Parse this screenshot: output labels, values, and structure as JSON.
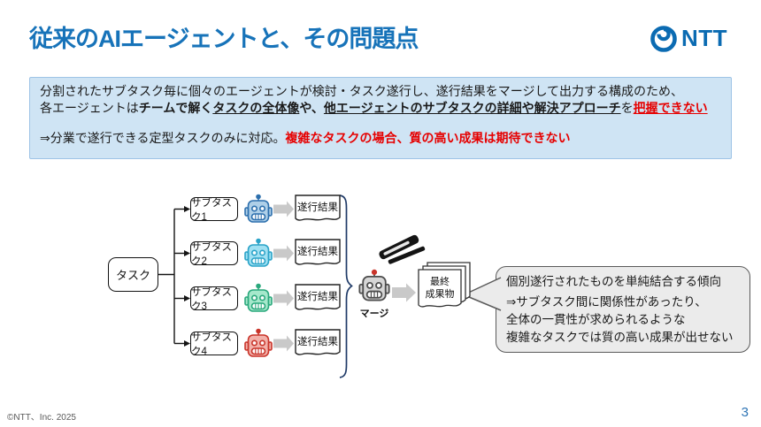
{
  "slide": {
    "title": "従来のAIエージェントと、その問題点",
    "logo_text": "NTT",
    "copyright": "©NTT、Inc. 2025",
    "page_number": "3"
  },
  "info_box": {
    "line1": "分割されたサブタスク毎に個々のエージェントが検討・タスク遂行し、遂行結果をマージして出力する構成のため、",
    "line2_prefix": "各エージェントは",
    "line2_bold": "チームで解く",
    "line2_underline1": "タスクの全体像",
    "line2_mid": "や、",
    "line2_underline2": "他エージェントのサブタスクの詳細や解決アプローチ",
    "line2_particle": "を",
    "line2_red": "把握できない",
    "line3_black": "⇒分業で遂行できる定型タスクのみに対応。",
    "line3_red": "複雑なタスクの場合、質の高い成果は期待できない"
  },
  "diagram": {
    "task_label": "タスク",
    "subtasks": [
      {
        "label": "サブタスク1",
        "result": "遂行結果",
        "robot_fill": "#aecfe8",
        "robot_stroke": "#2c6fad"
      },
      {
        "label": "サブタスク2",
        "result": "遂行結果",
        "robot_fill": "#9fe0f2",
        "robot_stroke": "#2aa3c8"
      },
      {
        "label": "サブタスク3",
        "result": "遂行結果",
        "robot_fill": "#a5e8cb",
        "robot_stroke": "#2aa87c"
      },
      {
        "label": "サブタスク4",
        "result": "遂行結果",
        "robot_fill": "#f2b0a9",
        "robot_stroke": "#c9342a"
      }
    ],
    "merge_label": "マージ",
    "merge_robot_fill": "#d6d6d6",
    "merge_robot_stroke": "#4d4d4d",
    "final_label_line1": "最終",
    "final_label_line2": "成果物",
    "callout_lines": [
      "個別遂行されたものを単純結合する傾向",
      "⇒サブタスク間に関係性があったり、",
      "全体の一貫性が求められるような",
      "複雑なタスクでは質の高い成果が出せない"
    ]
  },
  "icons": {
    "logo": "ntt-dynamic-loop-icon",
    "agent": "robot-icon",
    "merge_tool": "stapler-icon",
    "result": "document-icon",
    "final": "document-stack-icon"
  },
  "colors": {
    "title_blue": "#1773b9",
    "ntt_blue": "#0b6bb2",
    "info_bg": "#cfe4f4",
    "info_border": "#9dc3e6",
    "alert_red": "#e60000",
    "text_black": "#1a1a1a",
    "arrow_gray": "#c9c9c9",
    "brace_navy": "#1f3a67",
    "bubble_bg": "#ebebeb",
    "bubble_border": "#5a5a5a",
    "footer_gray": "#595959",
    "page_blue": "#2e74b5"
  }
}
